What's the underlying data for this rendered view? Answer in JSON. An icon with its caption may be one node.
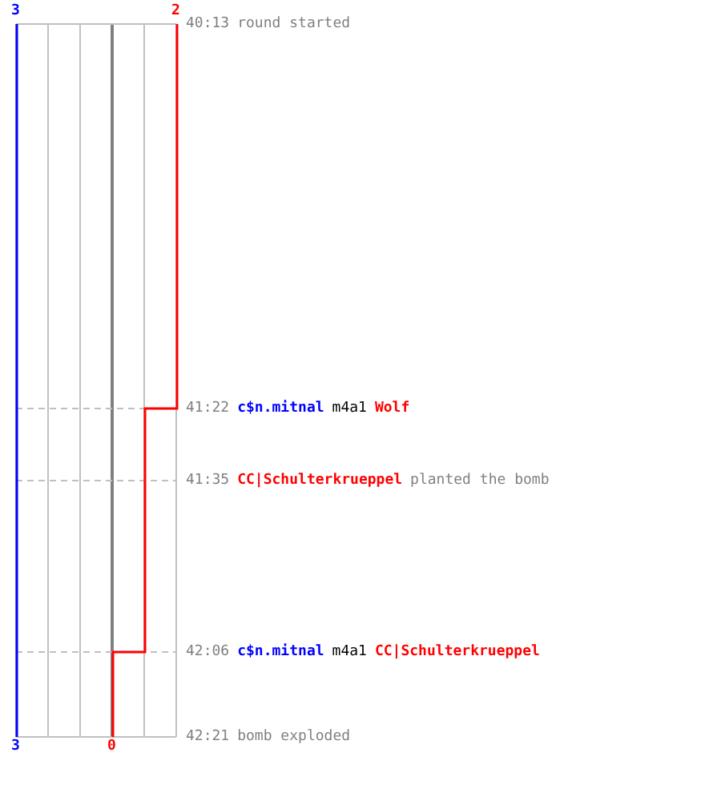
{
  "diagram": {
    "labels": [
      "3",
      "2",
      "40:13",
      "round started",
      "41:22",
      "c$n.mitnal",
      "m4a1",
      "Wolf",
      "41:35",
      "CC|Schulterkrueppel",
      "planted the bomb",
      "42:06",
      "c$n.mitnal",
      "m4a1",
      "CC|Schulterkrueppel",
      "3",
      "0",
      "42:21",
      "bomb exploded"
    ]
  }
}
